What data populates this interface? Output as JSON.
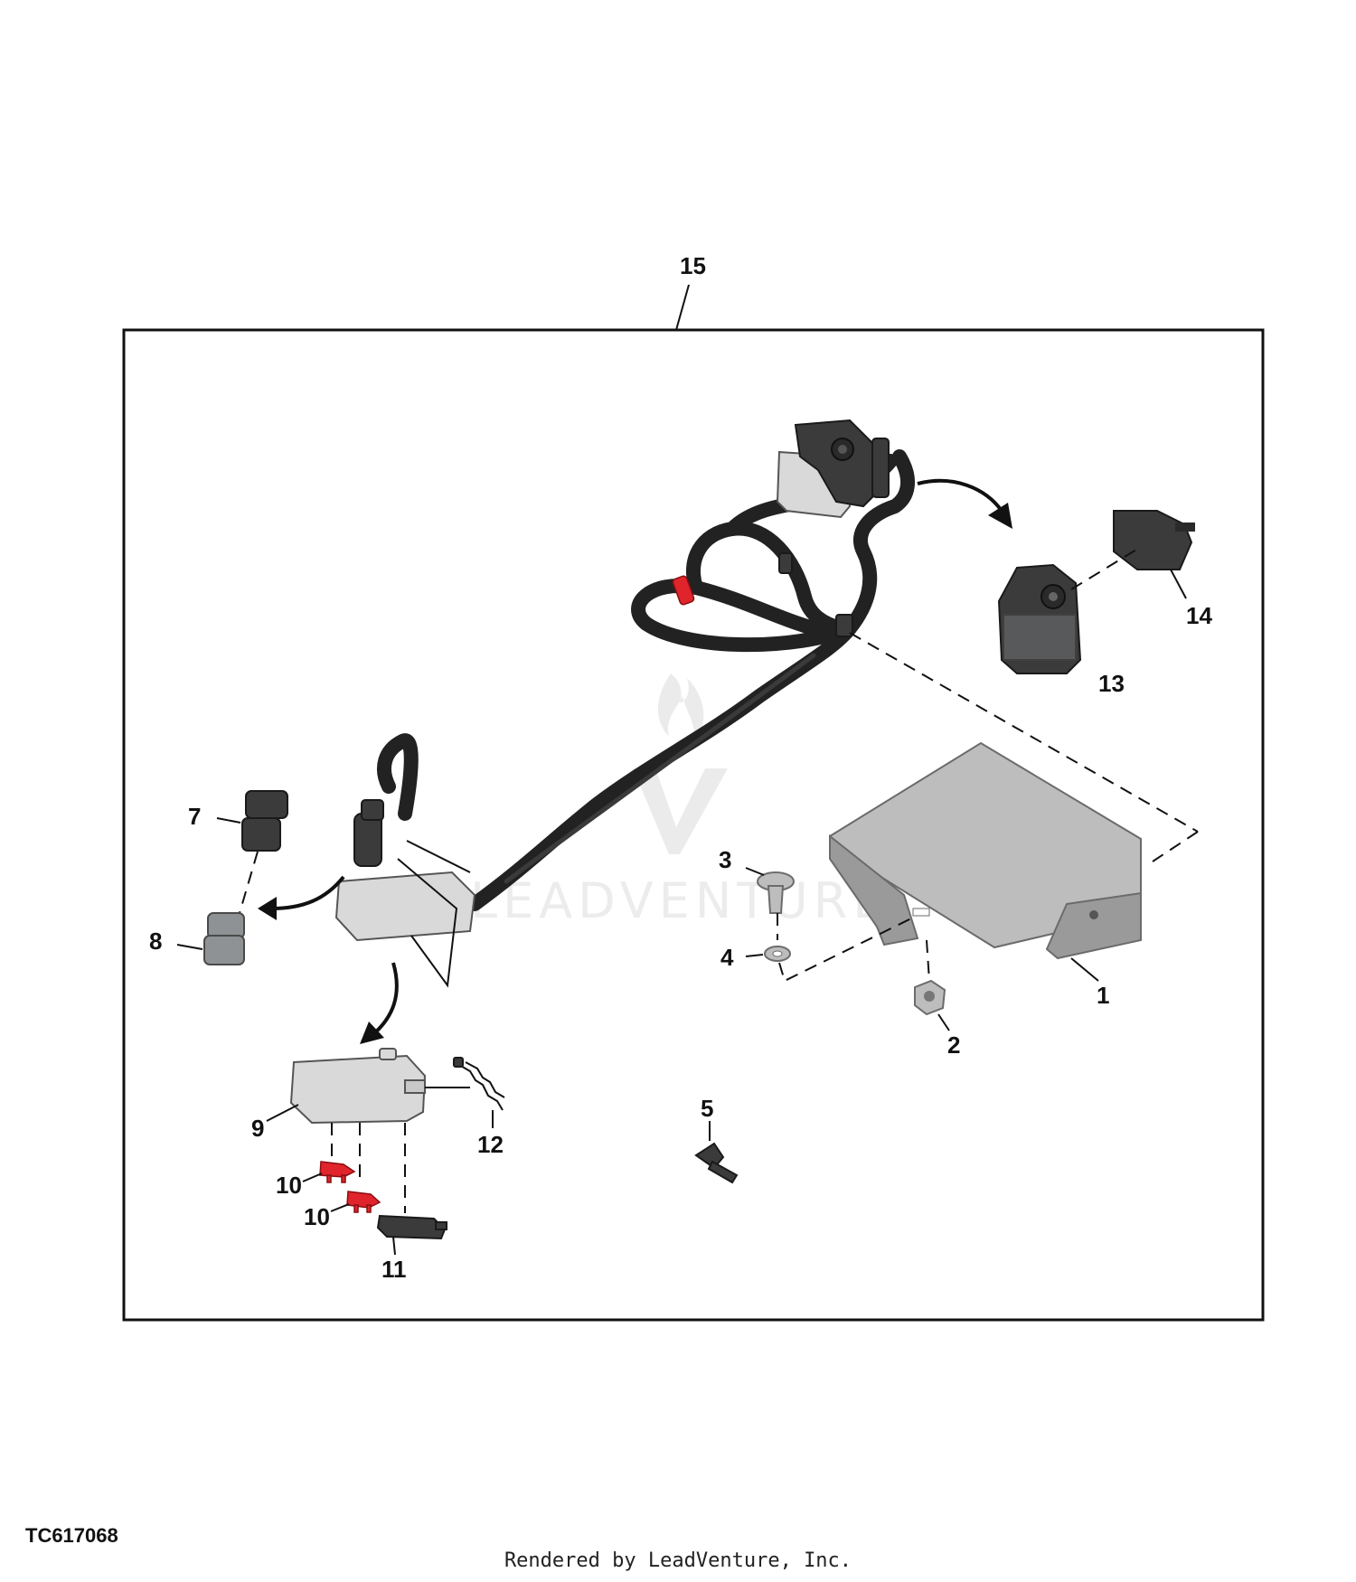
{
  "diagram": {
    "callouts": {
      "c15": "15",
      "c1": "1",
      "c2": "2",
      "c3": "3",
      "c4": "4",
      "c5": "5",
      "c7": "7",
      "c8": "8",
      "c9": "9",
      "c10a": "10",
      "c10b": "10",
      "c11": "11",
      "c12": "12",
      "c13": "13",
      "c14": "14"
    },
    "watermark_text": "LEADVENTURE",
    "colors": {
      "cable": "#222222",
      "connector_light": "#d9d9d9",
      "connector_dark": "#3b3b3b",
      "fuse_red": "#e0242b",
      "bracket_metal": "#bdbdbd"
    }
  },
  "footer": {
    "figure_id": "TC617068",
    "credit": "Rendered by LeadVenture, Inc."
  }
}
